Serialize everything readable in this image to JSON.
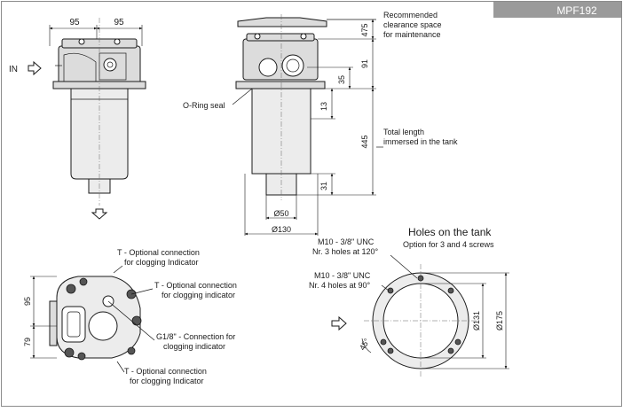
{
  "badge": {
    "label": "MPF192",
    "color": "#9a9a9a"
  },
  "front_view": {
    "dim_left": "95",
    "dim_right": "95",
    "inlet_label": "IN"
  },
  "side_view": {
    "clearance_note": [
      "Recommended",
      "clearance space",
      "for maintenance"
    ],
    "oring_label": "O-Ring seal",
    "immersed_note": [
      "Total length",
      "immersed in the tank"
    ],
    "dims": {
      "clearance": "475",
      "head": "91",
      "port": "35",
      "flange": "13",
      "immersed": "445",
      "outlet": "31",
      "dia_outlet": "Ø50",
      "dia_body": "Ø130"
    }
  },
  "top_view": {
    "dim_upper": "95",
    "dim_lower": "79",
    "callouts": {
      "t_top": [
        "T - Optional connection",
        "for clogging Indicator"
      ],
      "t_right": [
        "T - Optional connection",
        "for clogging indicator"
      ],
      "g18": [
        "G1/8\" - Connection for",
        "clogging indicator"
      ],
      "t_bottom": [
        "T - Optional connection",
        "for clogging Indicator"
      ]
    }
  },
  "tank_holes": {
    "title": "Holes on the tank",
    "subtitle": "Option for 3 and 4 screws",
    "screw3": [
      "M10 - 3/8\" UNC",
      "Nr. 3 holes at 120°"
    ],
    "screw4": [
      "M10 - 3/8\" UNC",
      "Nr. 4 holes at 90°"
    ],
    "dia_inner": "Ø131",
    "dia_outer": "Ø175",
    "angle": "45°"
  }
}
